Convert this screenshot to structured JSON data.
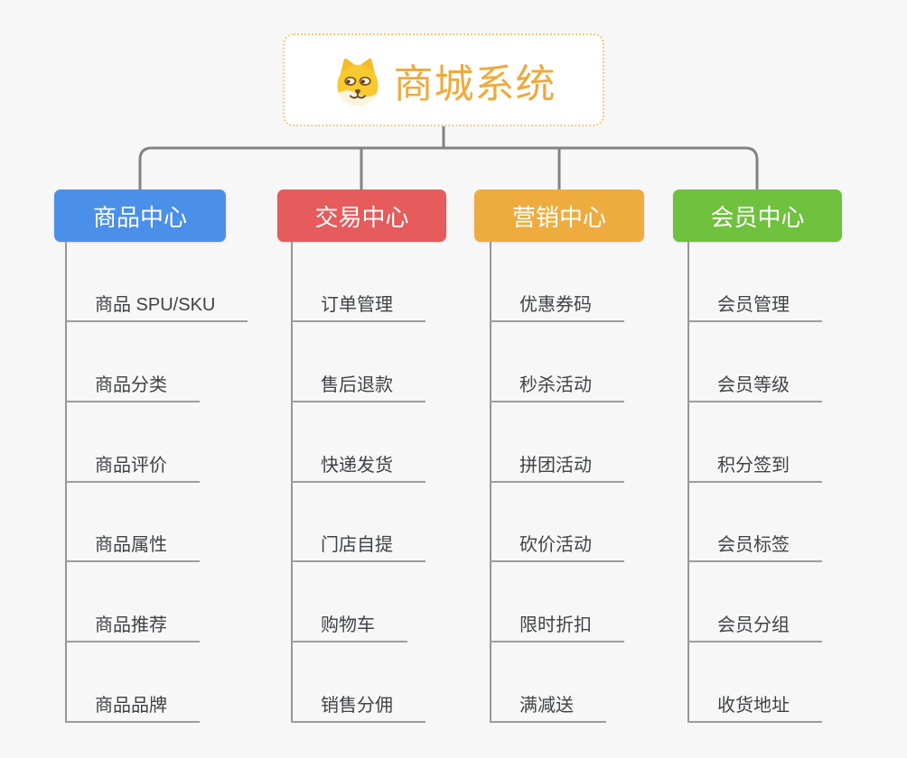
{
  "root": {
    "title": "商城系统",
    "icon": "doge-face-icon",
    "title_color": "#F0A93C",
    "border_color": "#F7C873"
  },
  "colors": {
    "background": "#F7F7F7",
    "connector": "#838383",
    "trunk": "#969696",
    "underline": "#9D9D9D",
    "leaf_text": "#3F4347"
  },
  "columns": [
    {
      "label": "商品中心",
      "color": "#4B90E8",
      "items": [
        "商品 SPU/SKU",
        "商品分类",
        "商品评价",
        "商品属性",
        "商品推荐",
        "商品品牌"
      ]
    },
    {
      "label": "交易中心",
      "color": "#E65B5B",
      "items": [
        "订单管理",
        "售后退款",
        "快递发货",
        "门店自提",
        "购物车",
        "销售分佣"
      ]
    },
    {
      "label": "营销中心",
      "color": "#EEAC3F",
      "items": [
        "优惠券码",
        "秒杀活动",
        "拼团活动",
        "砍价活动",
        "限时折扣",
        "满减送"
      ]
    },
    {
      "label": "会员中心",
      "color": "#6FC13E",
      "items": [
        "会员管理",
        "会员等级",
        "积分签到",
        "会员标签",
        "会员分组",
        "收货地址"
      ]
    }
  ]
}
